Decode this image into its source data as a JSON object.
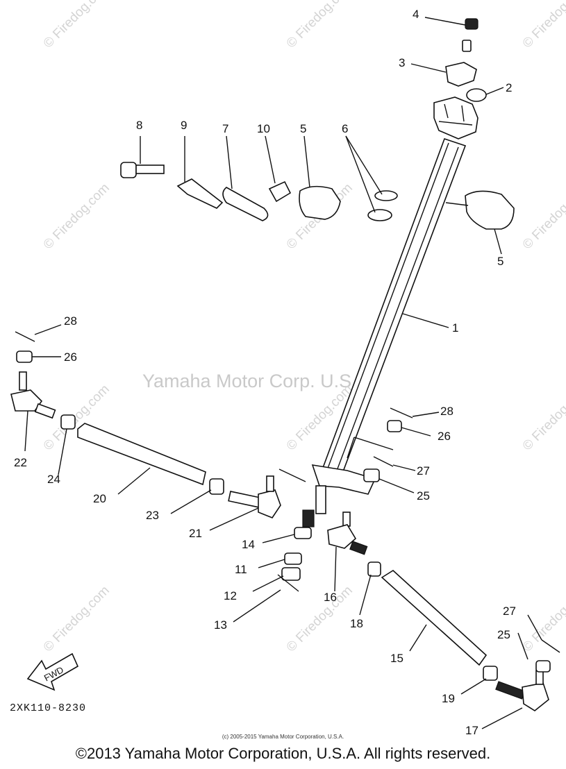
{
  "watermark": {
    "center_text": "Yamaha Motor Corp. U.S.A.",
    "site_text": "© Firedog.com"
  },
  "callouts": [
    "1",
    "2",
    "3",
    "4",
    "5",
    "5",
    "6",
    "7",
    "8",
    "9",
    "10",
    "11",
    "12",
    "13",
    "14",
    "15",
    "16",
    "17",
    "18",
    "19",
    "20",
    "21",
    "22",
    "23",
    "24",
    "25",
    "25",
    "26",
    "26",
    "27",
    "27",
    "28",
    "28"
  ],
  "fwd_label": "FWD",
  "drawing_code": "2XK110-8230",
  "copyright_small": "(c) 2005-2015 Yamaha Motor Corporation, U.S.A.",
  "copyright_main": "©2013 Yamaha Motor Corporation, U.S.A. All rights reserved."
}
